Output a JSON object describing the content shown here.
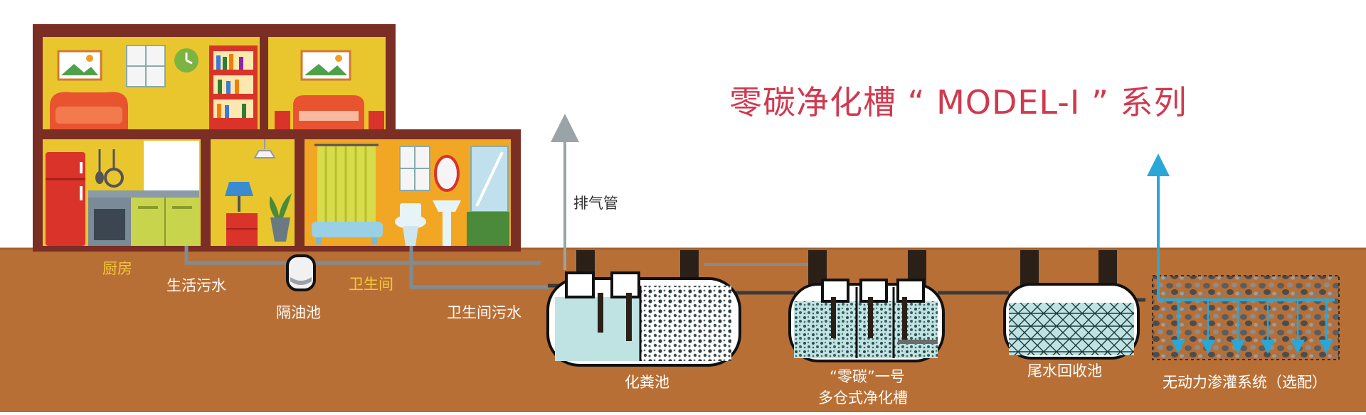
{
  "title": "零碳净化槽 “ MODEL-I ” 系列",
  "labels": {
    "kitchen": "厨房",
    "domestic_sewage": "生活污水",
    "grease_trap": "隔油池",
    "bathroom": "卫生间",
    "bathroom_sewage": "卫生间污水",
    "vent_pipe": "排气管",
    "septic_tank": "化粪池",
    "purifier_line1": "“零碳”一号",
    "purifier_line2": "多仓式净化槽",
    "tail_water_tank": "尾水回收池",
    "infiltration_system": "无动力渗灌系统（选配）"
  },
  "colors": {
    "title": "#d0394f",
    "soil": "#b86f35",
    "wall": "#7a2e24",
    "room_yellow": "#e9c62e",
    "pipe": "#7f8c95",
    "water": "#bfe3e2",
    "arrow_blue": "#2aa7d6"
  }
}
